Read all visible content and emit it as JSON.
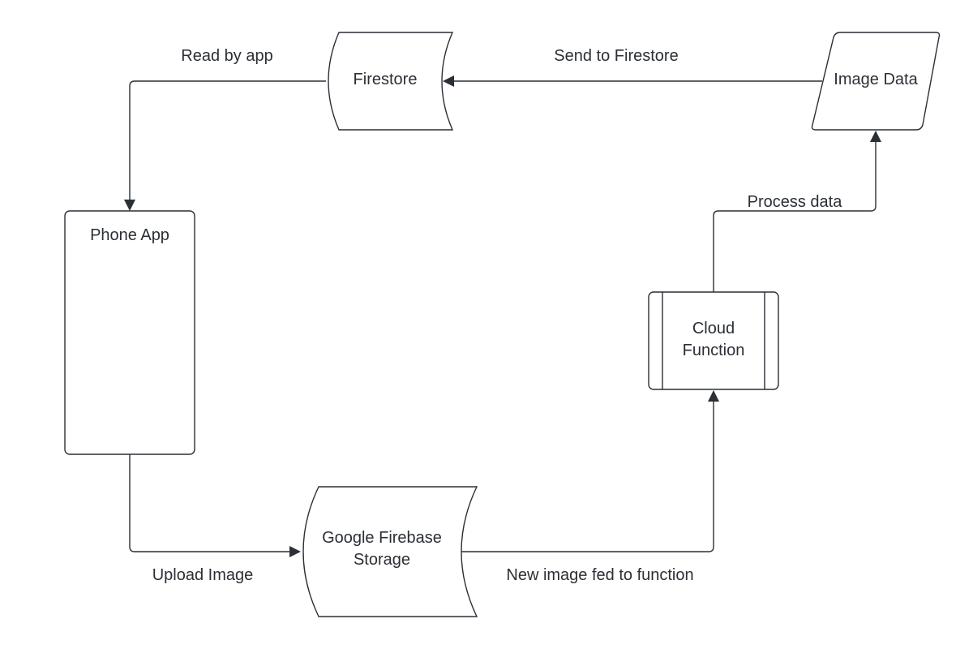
{
  "nodes": {
    "firestore": {
      "label": "Firestore"
    },
    "image_data": {
      "label": "Image Data"
    },
    "phone_app": {
      "label": "Phone App"
    },
    "cloud_function": {
      "label_line1": "Cloud",
      "label_line2": "Function"
    },
    "firebase_storage": {
      "label_line1": "Google Firebase",
      "label_line2": "Storage"
    }
  },
  "edges": {
    "read_by_app": "Read by app",
    "send_to_firestore": "Send to Firestore",
    "process_data": "Process data",
    "upload_image": "Upload Image",
    "new_image_fed": "New image fed to function"
  },
  "colors": {
    "stroke": "#2b2f36",
    "text": "#2b2f36",
    "background": "#ffffff"
  }
}
